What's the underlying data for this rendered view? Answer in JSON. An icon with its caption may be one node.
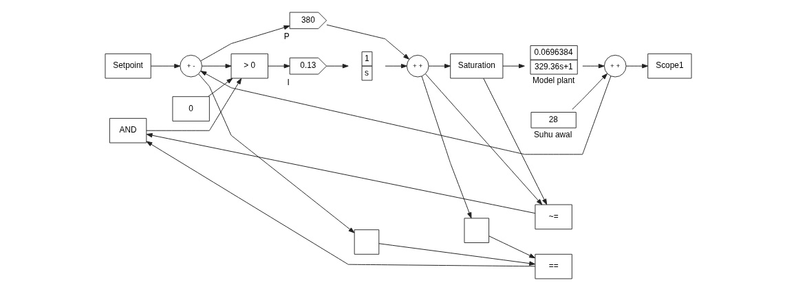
{
  "diagram": {
    "nodes": [
      {
        "text": [
          "Setpoint"
        ]
      },
      {
        "text": [
          "+ -"
        ]
      },
      {
        "text": [
          "380",
          "P"
        ]
      },
      {
        "text": [
          "> 0"
        ]
      },
      {
        "text": [
          "0"
        ]
      },
      {
        "text": [
          "0.13",
          "I"
        ]
      },
      {
        "text": [
          "1",
          "s"
        ]
      },
      {
        "text": [
          "+ +"
        ]
      },
      {
        "text": [
          "Saturation"
        ]
      },
      {
        "text": [
          "0.0696384",
          "329.36s+1",
          "Model plant"
        ]
      },
      {
        "text": [
          "28",
          "Suhu awal"
        ]
      },
      {
        "text": [
          "+ +"
        ]
      },
      {
        "text": [
          "Scope1"
        ]
      },
      {
        "text": [],
        "shape": "box"
      },
      {
        "text": [],
        "shape": "box"
      },
      {
        "text": [
          "AND"
        ]
      },
      {
        "text": [
          "=="
        ]
      },
      {
        "text": [
          "~="
        ]
      }
    ],
    "edges": [
      {
        "from": 0,
        "to": 1,
        "arrow": "to"
      },
      {
        "from": 1,
        "to": 2,
        "arrow": "to"
      },
      {
        "from": 1,
        "to": 3,
        "arrow": "to"
      },
      {
        "from": 15,
        "to": 3,
        "arrow": "to"
      },
      {
        "from": 4,
        "to": 3,
        "arrow": "to"
      },
      {
        "from": 1,
        "to": 13,
        "arrow": "to"
      },
      {
        "from": 3,
        "to": 5,
        "arrow": "to"
      },
      {
        "from": 5,
        "to": 6,
        "arrow": "to"
      },
      {
        "from": 6,
        "to": 7,
        "arrow": "to"
      },
      {
        "from": 2,
        "to": 7,
        "arrow": "to"
      },
      {
        "from": 7,
        "to": 8,
        "arrow": "to"
      },
      {
        "from": 7,
        "to": 14,
        "arrow": "to"
      },
      {
        "from": 7,
        "to": 17,
        "arrow": "to"
      },
      {
        "from": 8,
        "to": 9,
        "arrow": "to"
      },
      {
        "from": 8,
        "to": 17,
        "arrow": "to"
      },
      {
        "from": 9,
        "to": 11,
        "arrow": "to"
      },
      {
        "from": 10,
        "to": 11,
        "arrow": "to"
      },
      {
        "from": 11,
        "to": 12,
        "arrow": "to"
      },
      {
        "from": 11,
        "to": 1,
        "arrow": "to"
      },
      {
        "from": 13,
        "to": 16,
        "arrow": "to"
      },
      {
        "from": 14,
        "to": 16,
        "arrow": "to"
      },
      {
        "from": 16,
        "to": 15,
        "arrow": "to"
      },
      {
        "from": 17,
        "to": 15,
        "arrow": "to"
      }
    ]
  }
}
